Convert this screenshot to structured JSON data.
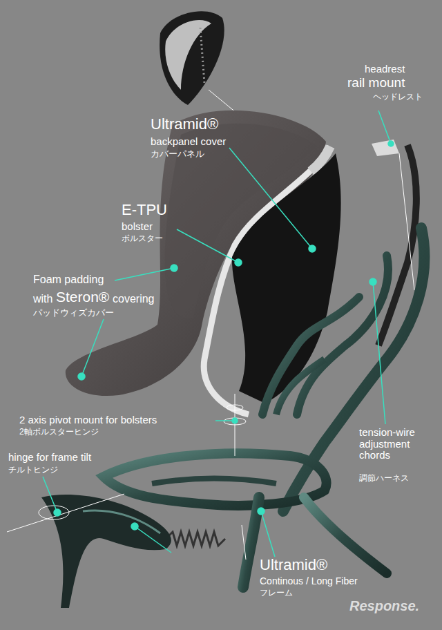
{
  "diagram": {
    "labels": [
      "Ultramid®",
      "backpanel cover",
      "カバーパネル",
      "headrest",
      "rail mount",
      "ヘッドレスト",
      "E-TPU",
      "bolster",
      "ボルスター",
      "Foam padding",
      "with",
      "Steron®",
      "covering",
      "パッドウィズカバー",
      "2 axis pivot mount for bolsters",
      "2軸ボルスターヒンジ",
      "hinge for frame tilt",
      "チルトヒンジ",
      "tension-wire adjustment chords",
      "調節ハーネス",
      "Ultramid®",
      "Continous / Long Fiber",
      "フレーム",
      "Response."
    ]
  }
}
